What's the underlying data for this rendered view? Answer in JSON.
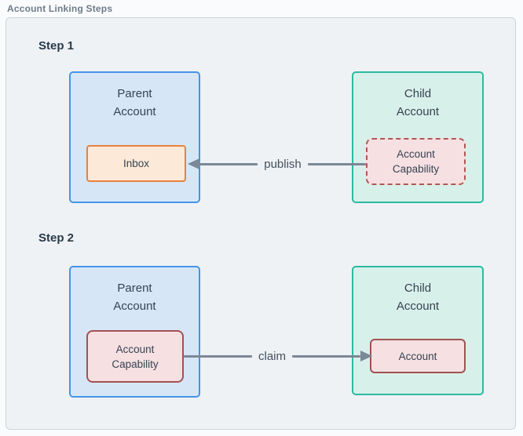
{
  "figure": {
    "title": "Account Linking Steps"
  },
  "colors": {
    "canvas_bg": "#eef2f5",
    "canvas_border": "#cbd4dc",
    "parent_box_fill": "#d6e6f7",
    "parent_box_border": "#4694e8",
    "child_box_fill": "#d8f0ea",
    "child_box_border": "#2cbaa0",
    "inbox_fill": "#fce9d8",
    "inbox_border": "#e8823c",
    "capability_fill": "#f6e0e2",
    "capability_border_dashed": "#b65651",
    "capability_border_solid": "#a35150",
    "arrow": "#7b8896",
    "box_text": "#364352",
    "step_label_text": "#2a3a4b",
    "figure_title_text": "#6d7b89"
  },
  "steps": [
    {
      "label": "Step 1",
      "parent": {
        "title": "Parent Account",
        "inner": "Inbox"
      },
      "child": {
        "title": "Child Account",
        "inner": "Account Capability",
        "inner_border": "dashed"
      },
      "arrow": {
        "label": "publish",
        "direction": "left"
      }
    },
    {
      "label": "Step 2",
      "parent": {
        "title": "Parent Account",
        "inner": "Account Capability"
      },
      "child": {
        "title": "Child Account",
        "inner": "Account"
      },
      "arrow": {
        "label": "claim",
        "direction": "right"
      }
    }
  ]
}
